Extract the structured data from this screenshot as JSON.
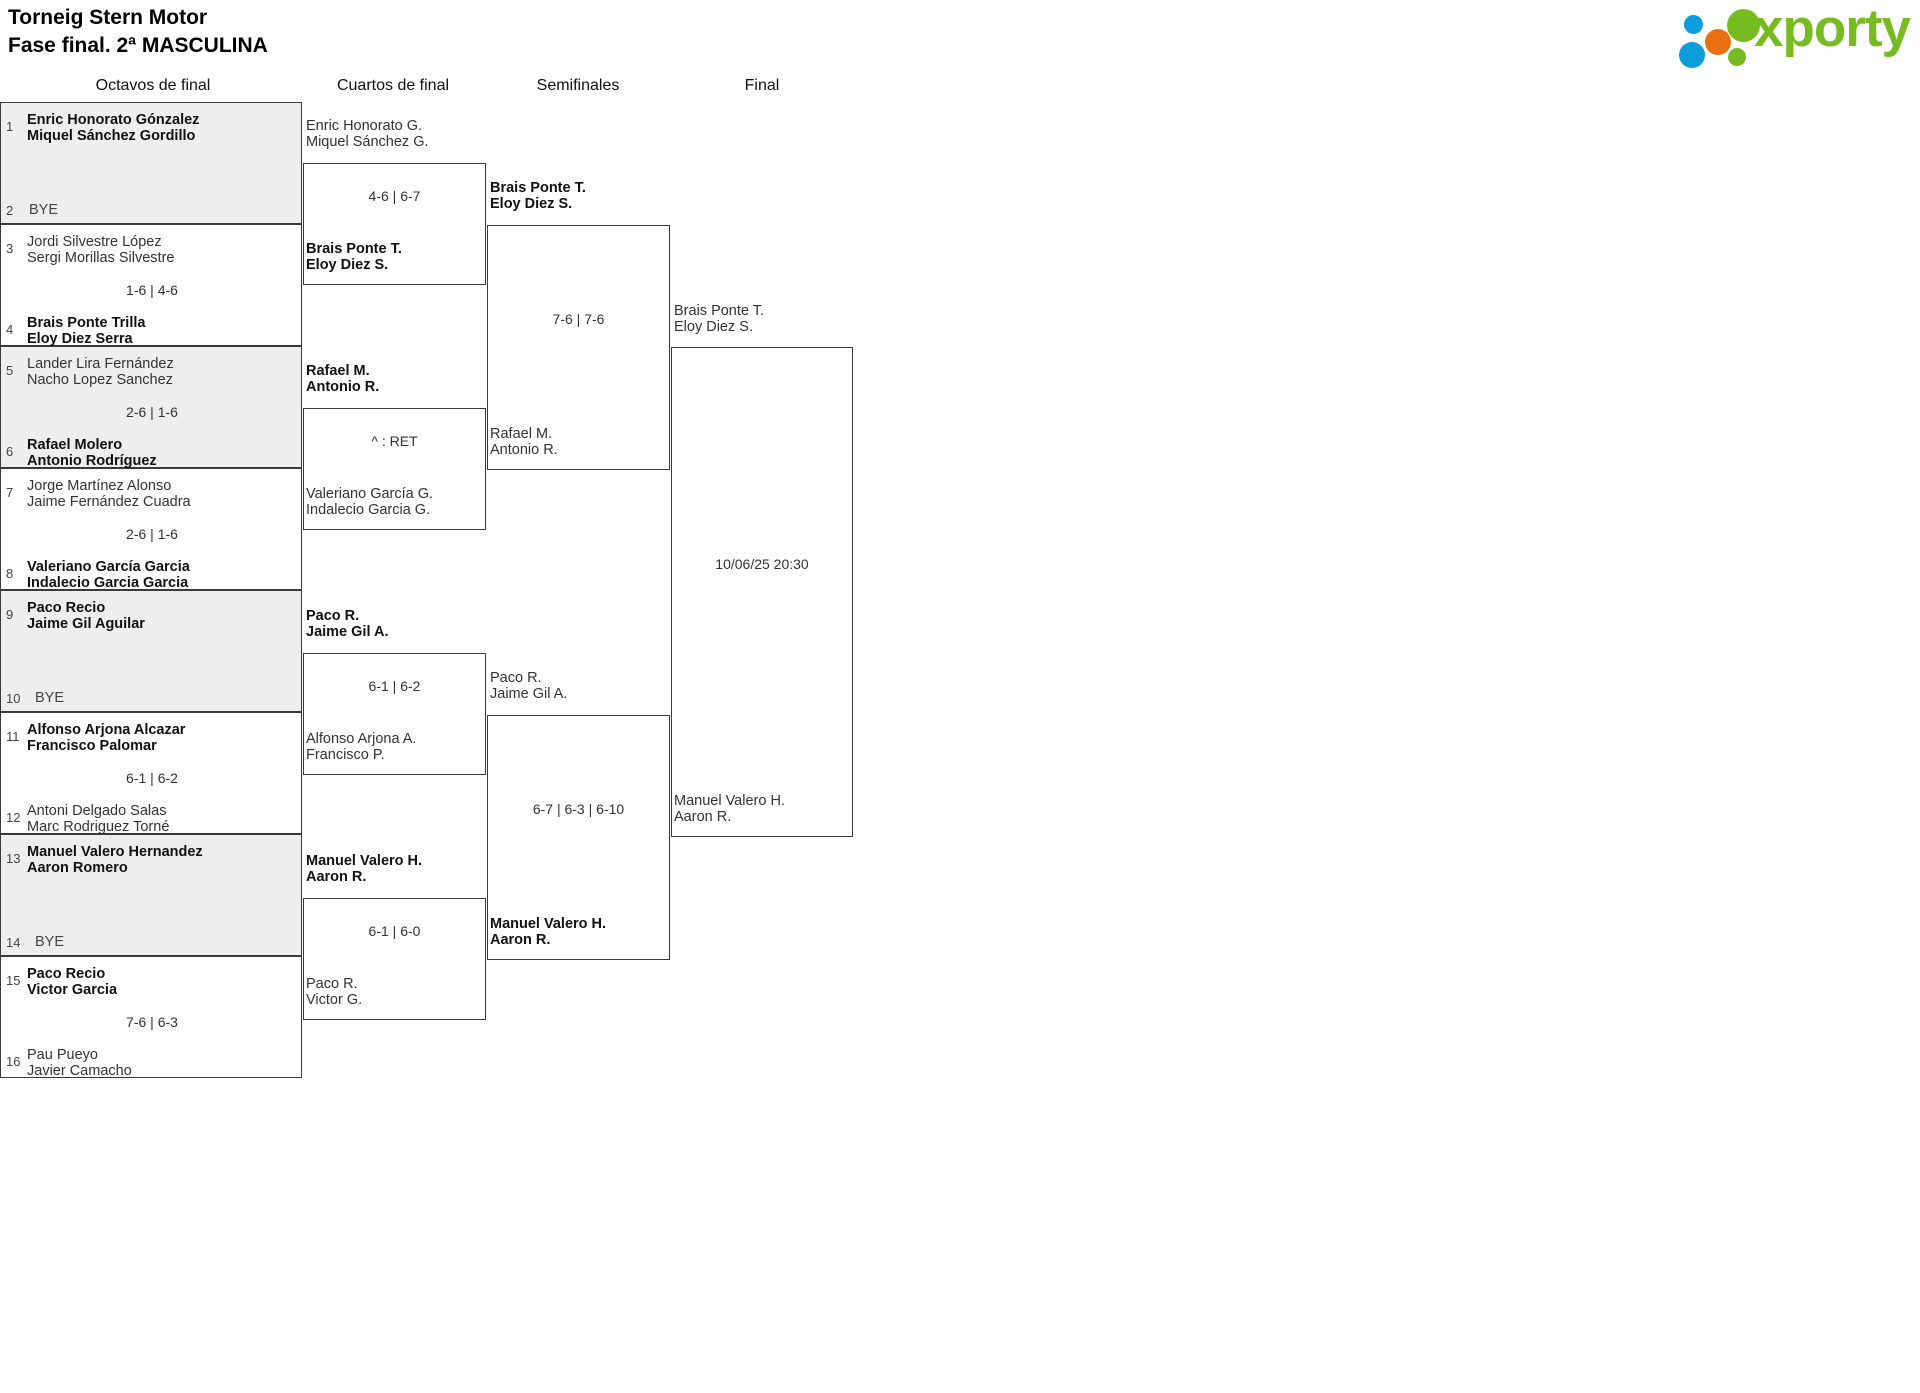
{
  "header": {
    "title_line1": "Torneig Stern Motor",
    "title_line2": "Fase final. 2ª MASCULINA",
    "logo_text": "xporty",
    "logo_colors": {
      "green": "#76bc21",
      "blue": "#0d9ddb",
      "orange": "#ea6f10"
    }
  },
  "rounds": [
    {
      "label": "Octavos de final"
    },
    {
      "label": "Cuartos de final"
    },
    {
      "label": "Semifinales"
    },
    {
      "label": "Final"
    }
  ],
  "round1": {
    "matches": [
      {
        "shaded": true,
        "top": {
          "seed": "1",
          "p1": "Enric Honorato Gónzalez",
          "p2": "Miquel Sánchez Gordillo",
          "winner": true
        },
        "bottom": {
          "seed": "2",
          "bye": "BYE"
        },
        "score": ""
      },
      {
        "shaded": false,
        "top": {
          "seed": "3",
          "p1": "Jordi Silvestre López",
          "p2": "Sergi Morillas Silvestre",
          "winner": false
        },
        "bottom": {
          "seed": "4",
          "p1": "Brais Ponte Trilla",
          "p2": "Eloy Diez Serra",
          "winner": true
        },
        "score": "1-6 | 4-6"
      },
      {
        "shaded": true,
        "top": {
          "seed": "5",
          "p1": "Lander Lira Fernández",
          "p2": "Nacho Lopez Sanchez",
          "winner": false
        },
        "bottom": {
          "seed": "6",
          "p1": "Rafael Molero",
          "p2": "Antonio Rodríguez",
          "winner": true
        },
        "score": "2-6 | 1-6"
      },
      {
        "shaded": false,
        "top": {
          "seed": "7",
          "p1": "Jorge Martínez Alonso",
          "p2": "Jaime Fernández Cuadra",
          "winner": false
        },
        "bottom": {
          "seed": "8",
          "p1": "Valeriano García Garcia",
          "p2": "Indalecio Garcia Garcia",
          "winner": true
        },
        "score": "2-6 | 1-6"
      },
      {
        "shaded": true,
        "top": {
          "seed": "9",
          "p1": "Paco Recio",
          "p2": "Jaime Gil Aguilar",
          "winner": true
        },
        "bottom": {
          "seed": "10",
          "bye": "BYE"
        },
        "score": ""
      },
      {
        "shaded": false,
        "top": {
          "seed": "11",
          "p1": "Alfonso Arjona Alcazar",
          "p2": "Francisco Palomar",
          "winner": true
        },
        "bottom": {
          "seed": "12",
          "p1": "Antoni Delgado Salas",
          "p2": "Marc Rodriguez Torné",
          "winner": false
        },
        "score": "6-1 | 6-2"
      },
      {
        "shaded": true,
        "top": {
          "seed": "13",
          "p1": "Manuel Valero Hernandez",
          "p2": "Aaron Romero",
          "winner": true
        },
        "bottom": {
          "seed": "14",
          "bye": "BYE"
        },
        "score": ""
      },
      {
        "shaded": false,
        "top": {
          "seed": "15",
          "p1": "Paco Recio",
          "p2": "Victor Garcia",
          "winner": true
        },
        "bottom": {
          "seed": "16",
          "p1": "Pau Pueyo",
          "p2": "Javier Camacho",
          "winner": false
        },
        "score": "7-6 | 6-3"
      }
    ]
  },
  "round2": {
    "matches": [
      {
        "top": {
          "p1": "Enric Honorato G.",
          "p2": "Miquel Sánchez G.",
          "winner": false
        },
        "bottom": {
          "p1": "Brais Ponte T.",
          "p2": "Eloy Diez S.",
          "winner": true
        },
        "score": "4-6 | 6-7"
      },
      {
        "top": {
          "p1": "Rafael M.",
          "p2": "Antonio R.",
          "winner": true
        },
        "bottom": {
          "p1": "Valeriano García G.",
          "p2": "Indalecio Garcia G.",
          "winner": false
        },
        "score": "^ : RET"
      },
      {
        "top": {
          "p1": "Paco R.",
          "p2": "Jaime Gil A.",
          "winner": true
        },
        "bottom": {
          "p1": "Alfonso Arjona A.",
          "p2": "Francisco P.",
          "winner": false
        },
        "score": "6-1 | 6-2"
      },
      {
        "top": {
          "p1": "Manuel Valero H.",
          "p2": "Aaron R.",
          "winner": true
        },
        "bottom": {
          "p1": "Paco R.",
          "p2": "Victor G.",
          "winner": false
        },
        "score": "6-1 | 6-0"
      }
    ]
  },
  "round3": {
    "matches": [
      {
        "top": {
          "p1": "Brais Ponte T.",
          "p2": "Eloy Diez S.",
          "winner": true
        },
        "bottom": {
          "p1": "Rafael M.",
          "p2": "Antonio R.",
          "winner": false
        },
        "score": "7-6 | 7-6"
      },
      {
        "top": {
          "p1": "Paco R.",
          "p2": "Jaime Gil A.",
          "winner": false
        },
        "bottom": {
          "p1": "Manuel Valero H.",
          "p2": "Aaron R.",
          "winner": true
        },
        "score": "6-7 | 6-3 | 6-10"
      }
    ]
  },
  "round4": {
    "matches": [
      {
        "top": {
          "p1": "Brais Ponte T.",
          "p2": "Eloy Diez S.",
          "winner": false
        },
        "bottom": {
          "p1": "Manuel Valero H.",
          "p2": "Aaron R.",
          "winner": false
        },
        "score": "10/06/25 20:30"
      }
    ]
  }
}
